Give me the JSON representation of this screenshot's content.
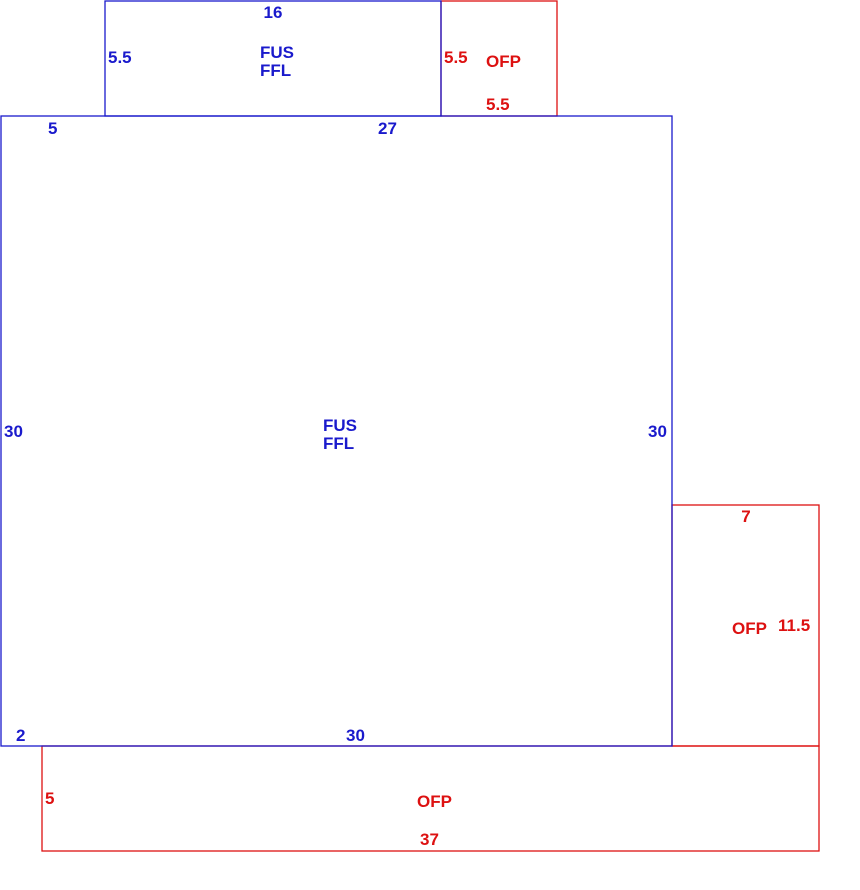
{
  "colors": {
    "living_area": "#1a1acc",
    "porch": "#dd1111",
    "background": "#ffffff"
  },
  "main_area": {
    "code_line1": "FUS",
    "code_line2": "FFL",
    "dim_top_left": "5",
    "dim_top": "27",
    "dim_left": "30",
    "dim_right": "30",
    "dim_bottom_left": "2",
    "dim_bottom": "30"
  },
  "top_area": {
    "code_line1": "FUS",
    "code_line2": "FFL",
    "dim_top": "16",
    "dim_left": "5.5"
  },
  "porch_top": {
    "code": "OFP",
    "dim_left": "5.5",
    "dim_bottom": "5.5"
  },
  "porch_right": {
    "code": "OFP",
    "dim_top": "7",
    "dim_right": "11.5"
  },
  "porch_bottom": {
    "code": "OFP",
    "dim_left": "5",
    "dim_bottom": "37"
  }
}
